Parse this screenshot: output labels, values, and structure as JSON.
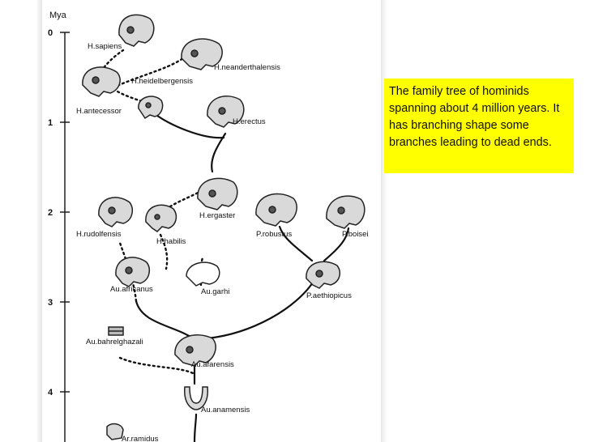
{
  "axis": {
    "unit": "Mya",
    "ticks": [
      {
        "label": "0",
        "mya": 0
      },
      {
        "label": "1",
        "mya": 1
      },
      {
        "label": "2",
        "mya": 2
      },
      {
        "label": "3",
        "mya": 3
      },
      {
        "label": "4",
        "mya": 4
      }
    ]
  },
  "species": {
    "sapiens": "H.sapiens",
    "neanderthalensis": "H.neanderthalensis",
    "heidelbergensis": "H.heidelbergensis",
    "antecessor": "H.antecessor",
    "erectus": "H.erectus",
    "ergaster": "H.ergaster",
    "rudolfensis": "H.rudolfensis",
    "habilis": "H.habilis",
    "robustus": "P.robustus",
    "boisei": "P.boisei",
    "africanus": "Au.africanus",
    "garhi": "Au.garhi",
    "aethiopicus": "P.aethiopicus",
    "bahrelghazali": "Au.bahrelghazali",
    "afarensis": "Au.afarensis",
    "anamensis": "Au.anamensis",
    "ramidus": "Ar.ramidus"
  },
  "caption": {
    "text": "The family tree of hominids spanning about 4 million years. It has branching shape some branches leading to dead ends.",
    "background": "#ffff00"
  },
  "colors": {
    "line": "#111111",
    "skull_fill": "#d9d9d9",
    "skull_stroke": "#222222"
  },
  "icons": [
    "skull-icon",
    "jaw-icon"
  ]
}
